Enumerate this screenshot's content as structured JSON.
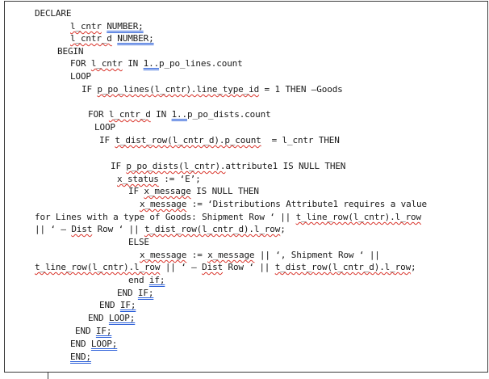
{
  "lines": [
    [
      "DECLARE"
    ],
    [
      "l_cntr",
      " ",
      "NUMBER;"
    ],
    [
      "l_cntr_d",
      " ",
      "NUMBER;"
    ],
    [
      "BEGIN"
    ],
    [
      "FOR ",
      "l_cntr",
      " IN ",
      "1..",
      "p_po_lines.count"
    ],
    [
      "LOOP"
    ],
    [
      "IF ",
      "p_po_lines(l_cntr).line_type_id",
      " = 1 THEN –Goods"
    ],
    [
      "FOR ",
      "l_cntr_d",
      " IN ",
      "1..",
      "p_po_dists.count"
    ],
    [
      "LOOP"
    ],
    [
      "IF ",
      "t_dist_row(l_cntr_d).p_count",
      "  = l_cntr THEN"
    ],
    [
      "IF ",
      "p_po_dists(l_cntr).",
      "attribute1 IS NULL THEN"
    ],
    [
      "x_status",
      " := ‘E’;"
    ],
    [
      "IF ",
      "x_message",
      " IS NULL THEN"
    ],
    [
      "x_message",
      " := ‘Distributions Attribute1 requires a value"
    ],
    [
      "for Lines with a type of Goods: Shipment Row ‘ || ",
      "t_line_row(l_cntr).l_row"
    ],
    [
      "|| ‘ – ",
      "Dist",
      " Row ‘ || ",
      "t_dist_row(l_cntr_d).l_row",
      ";"
    ],
    [
      "ELSE"
    ],
    [
      "x_message",
      " := ",
      "x_message",
      " || ‘, Shipment Row ‘ ||"
    ],
    [
      "t_line_row(l_cntr).l_row",
      " || ‘ – ",
      "Dist",
      " Row ‘ || ",
      "t_dist_row(l_cntr_d).l_row",
      ";"
    ],
    [
      "end ",
      "if;"
    ],
    [
      "END ",
      "IF;"
    ],
    [
      "END ",
      "IF;"
    ],
    [
      "END ",
      "LOOP;"
    ],
    [
      "END ",
      "IF;"
    ],
    [
      "END ",
      "LOOP;"
    ],
    [
      "END;"
    ]
  ]
}
